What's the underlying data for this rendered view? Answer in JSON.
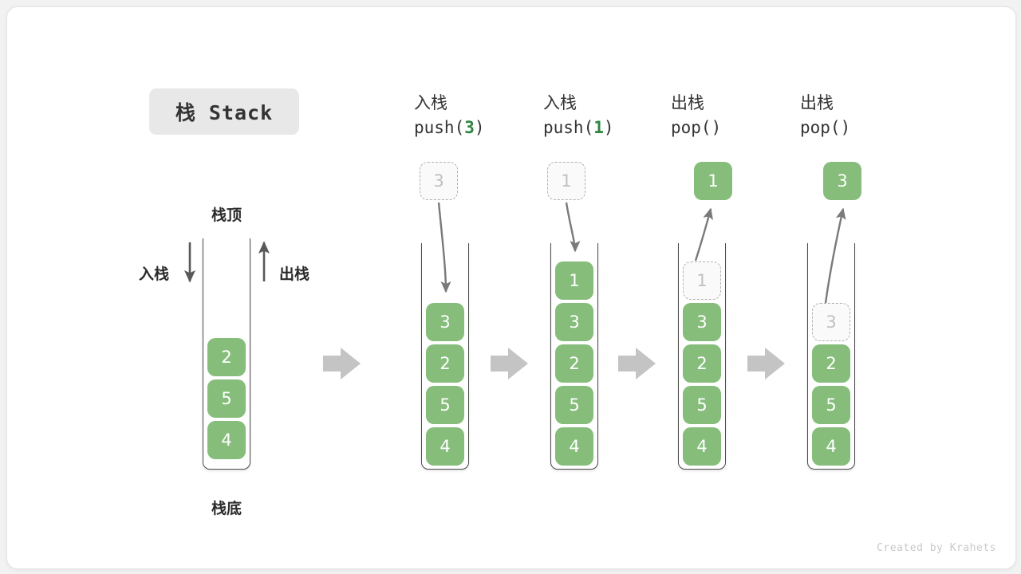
{
  "title": {
    "text": "栈 Stack"
  },
  "labels": {
    "top": "栈顶",
    "bottom": "栈底",
    "push_side": "入栈",
    "pop_side": "出栈"
  },
  "credit": "Created by Krahets",
  "colors": {
    "element_green": "#86bd7b",
    "arg_green": "#2e8540",
    "ghost_border": "#b2b2b2",
    "ghost_text": "#c0c0c0",
    "tube_stroke": "#4a4a4a",
    "flow_arrow": "#c4c4c4",
    "curve_arrow": "#7a7a7a",
    "badge_bg": "#e8e8e8"
  },
  "steps": [
    {
      "id": "initial",
      "op_cn": "",
      "op_code_prefix": "",
      "op_code_arg": "",
      "op_code_suffix": "",
      "stack": [
        "2",
        "5",
        "4"
      ],
      "float": null,
      "ghost_index": -1
    },
    {
      "id": "push-3",
      "op_cn": "入栈",
      "op_code_prefix": "push(",
      "op_code_arg": "3",
      "op_code_suffix": ")",
      "stack": [
        "3",
        "2",
        "5",
        "4"
      ],
      "float": {
        "value": "3",
        "kind": "ghost"
      },
      "ghost_index": -1
    },
    {
      "id": "push-1",
      "op_cn": "入栈",
      "op_code_prefix": "push(",
      "op_code_arg": "1",
      "op_code_suffix": ")",
      "stack": [
        "1",
        "3",
        "2",
        "5",
        "4"
      ],
      "float": {
        "value": "1",
        "kind": "ghost"
      },
      "ghost_index": -1
    },
    {
      "id": "pop-1",
      "op_cn": "出栈",
      "op_code_prefix": "pop(",
      "op_code_arg": "",
      "op_code_suffix": ")",
      "stack": [
        "1",
        "3",
        "2",
        "5",
        "4"
      ],
      "float": {
        "value": "1",
        "kind": "solid"
      },
      "ghost_index": 0
    },
    {
      "id": "pop-3",
      "op_cn": "出栈",
      "op_code_prefix": "pop(",
      "op_code_arg": "",
      "op_code_suffix": ")",
      "stack": [
        "3",
        "2",
        "5",
        "4"
      ],
      "float": {
        "value": "3",
        "kind": "solid"
      },
      "ghost_index": 0
    }
  ],
  "flow_arrows": [
    {
      "name": "flow-arrow-1"
    },
    {
      "name": "flow-arrow-2"
    },
    {
      "name": "flow-arrow-3"
    },
    {
      "name": "flow-arrow-4"
    }
  ]
}
